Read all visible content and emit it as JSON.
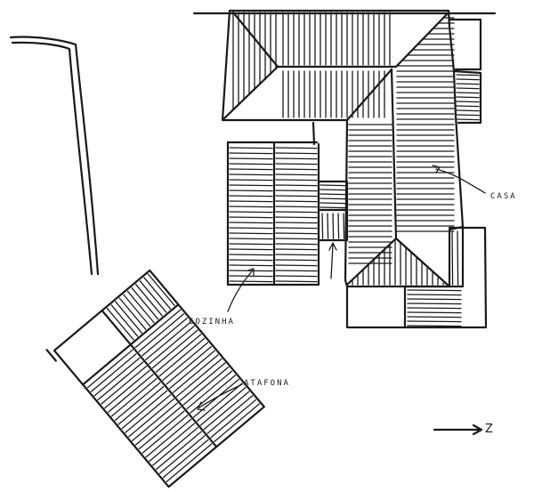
{
  "labels": {
    "casa": "CASA",
    "cozinha": "COZINHA",
    "atafona": "ATAFONA",
    "north": "Z"
  }
}
